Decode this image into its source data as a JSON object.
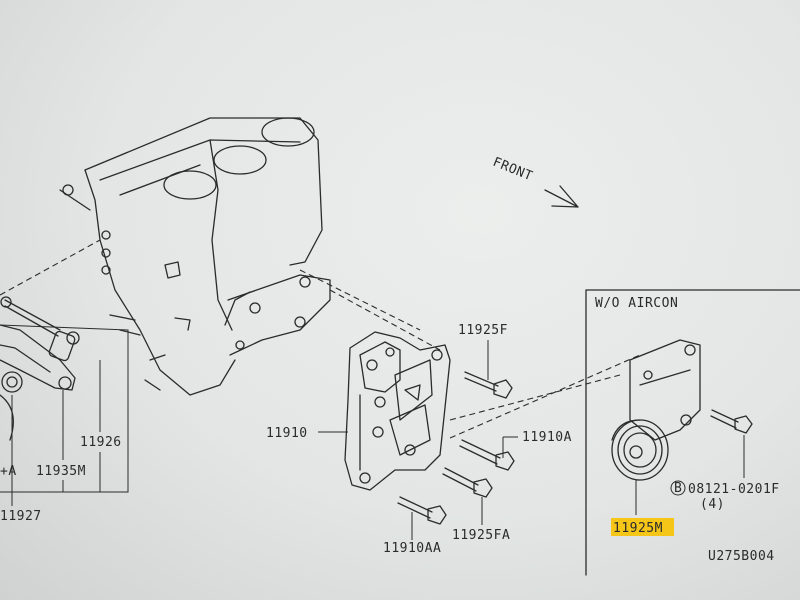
{
  "labels": {
    "front": "FRONT",
    "panel_title": "W/O AIRCON",
    "p11925F": "11925F",
    "p11910": "11910",
    "p11910A": "11910A",
    "p11925FA": "11925FA",
    "p11910AA": "11910AA",
    "p11926": "11926",
    "p11935M": "11935M",
    "p11927": "11927",
    "plusA": "+A",
    "p11925M": "11925M",
    "bolt_spec": "08121-0201F",
    "bolt_qty": "(4)",
    "bolt_marker": "B",
    "diagram_code": "U275B004"
  },
  "colors": {
    "highlight": "#f5c518",
    "ink": "#2b2b2b"
  }
}
